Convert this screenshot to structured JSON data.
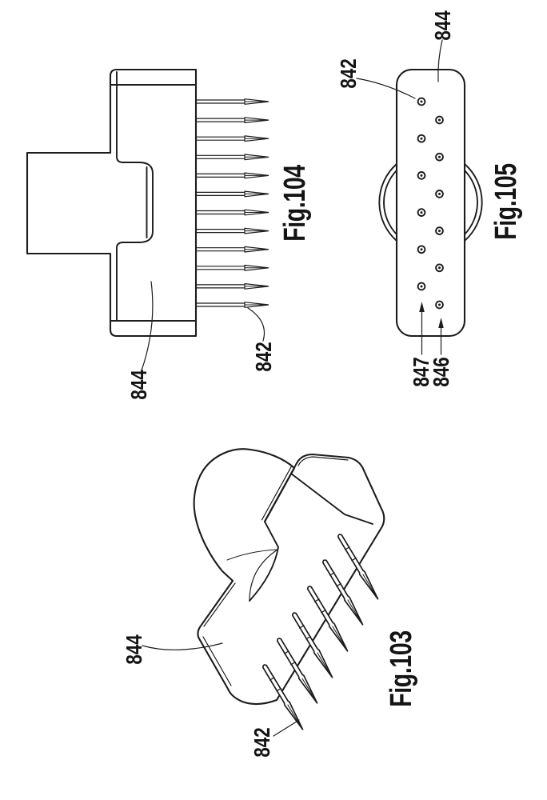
{
  "page": {
    "background": "#ffffff",
    "ink": "#1c1c1c"
  },
  "fig104": {
    "caption": "Fig.104",
    "label_body": "844",
    "label_needle": "842",
    "needle_count": 12
  },
  "fig105": {
    "caption": "Fig.105",
    "label_needle": "842",
    "label_body": "844",
    "label_hole_left": "847",
    "label_hole_right": "846",
    "hole_count": 12
  },
  "fig103": {
    "caption": "Fig.103",
    "label_body": "844",
    "label_needle": "842",
    "needle_count": 6
  }
}
